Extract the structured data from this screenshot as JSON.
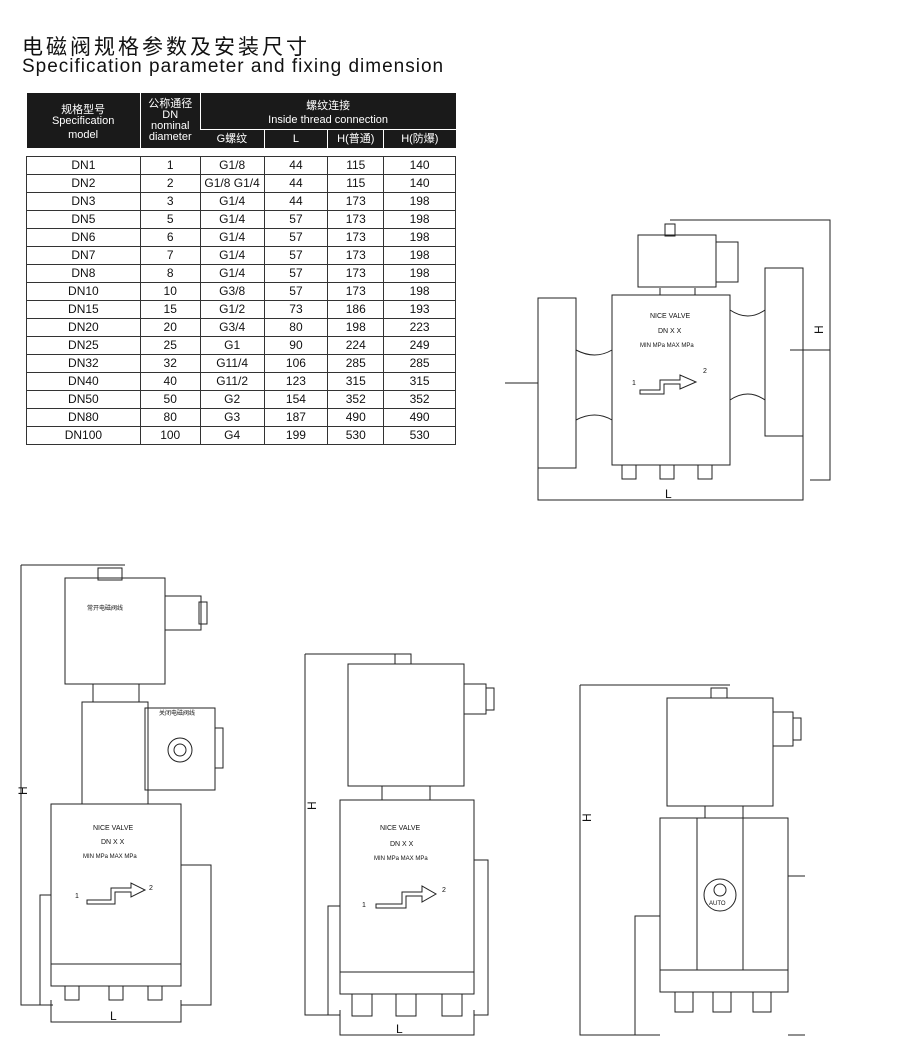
{
  "title_cn": "电磁阀规格参数及安装尺寸",
  "title_en": "Specification parameter and fixing dimension",
  "table": {
    "h_model_cn": "规格型号",
    "h_model_en1": "Specification",
    "h_model_en2": "model",
    "h_dn_cn": "公称通径",
    "h_dn_en1": "DN",
    "h_dn_en2": "nominal",
    "h_dn_en3": "diameter",
    "h_conn_cn": "螺纹连接",
    "h_conn_en": "Inside thread connection",
    "h_g": "G螺纹",
    "h_l": "L",
    "h_h1": "H(普通)",
    "h_h2": "H(防爆)",
    "rows": [
      [
        "DN1",
        "1",
        "G1/8",
        "44",
        "115",
        "140"
      ],
      [
        "DN2",
        "2",
        "G1/8 G1/4",
        "44",
        "115",
        "140"
      ],
      [
        "DN3",
        "3",
        "G1/4",
        "44",
        "173",
        "198"
      ],
      [
        "DN5",
        "5",
        "G1/4",
        "57",
        "173",
        "198"
      ],
      [
        "DN6",
        "6",
        "G1/4",
        "57",
        "173",
        "198"
      ],
      [
        "DN7",
        "7",
        "G1/4",
        "57",
        "173",
        "198"
      ],
      [
        "DN8",
        "8",
        "G1/4",
        "57",
        "173",
        "198"
      ],
      [
        "DN10",
        "10",
        "G3/8",
        "57",
        "173",
        "198"
      ],
      [
        "DN15",
        "15",
        "G1/2",
        "73",
        "186",
        "193"
      ],
      [
        "DN20",
        "20",
        "G3/4",
        "80",
        "198",
        "223"
      ],
      [
        "DN25",
        "25",
        "G1",
        "90",
        "224",
        "249"
      ],
      [
        "DN32",
        "32",
        "G11/4",
        "106",
        "285",
        "285"
      ],
      [
        "DN40",
        "40",
        "G11/2",
        "123",
        "315",
        "315"
      ],
      [
        "DN50",
        "50",
        "G2",
        "154",
        "352",
        "352"
      ],
      [
        "DN80",
        "80",
        "G3",
        "187",
        "490",
        "490"
      ],
      [
        "DN100",
        "100",
        "G4",
        "199",
        "530",
        "530"
      ]
    ]
  },
  "labels": {
    "h": "H",
    "l": "L",
    "brand": "NICE VALVE",
    "dn": "DN X X",
    "pressure": "MIN   MPa MAX   MPa",
    "in": "1",
    "out": "2",
    "coil_note_a": "常开电磁阀线",
    "coil_note_b": "关闭电磁阀线",
    "knob": "AUTO"
  }
}
